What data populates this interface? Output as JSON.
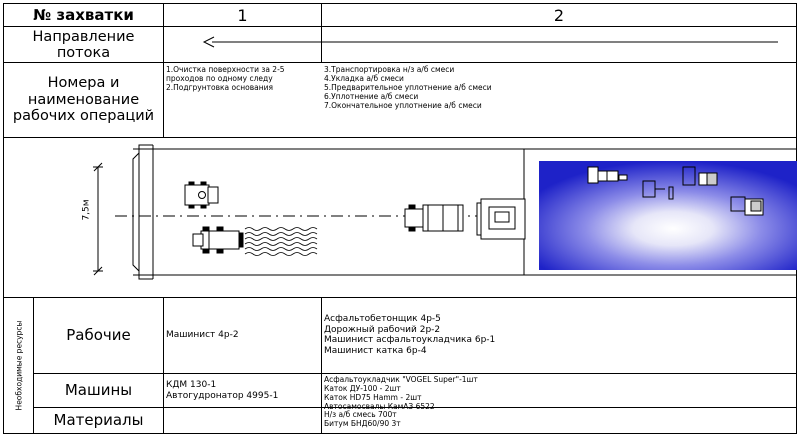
{
  "header": {
    "col_label": "№ захватки",
    "grip_1": "1",
    "grip_2": "2"
  },
  "rows": {
    "flow_direction_label": "Направление потока",
    "operations_label": "Номера и наименование рабочих операций",
    "resources_label": "Необходимые ресурсы"
  },
  "operations": {
    "grip_1": [
      "1.Очистка поверхности за 2-5",
      "проходов по одному следу",
      "2.Подгрунтовка основания"
    ],
    "grip_2": [
      "3.Транспортировка н/з а/б смеси",
      "4.Укладка а/б смеси",
      "5.Предварительное уплотнение а/б смеси",
      "6.Уплотнение а/б смеси",
      "7.Окончательное уплотнение а/б смеси"
    ]
  },
  "scheme": {
    "width_label": "7,5м"
  },
  "resources": {
    "workers": {
      "label": "Рабочие",
      "grip_1": [
        "Машинист 4р-2"
      ],
      "grip_2": [
        "Асфальтобетонщик 4р-5",
        "Дорожный рабочий 2р-2",
        "Машинист асфальтоукладчика 6р-1",
        "Машинист катка 6р-4"
      ]
    },
    "machines": {
      "label": "Машины",
      "grip_1": [
        "КДМ 130-1",
        "Автогудронатор 4995-1"
      ],
      "grip_2": [
        "Асфальтоукладчик \"VOGEL Super\"-1шт",
        "Каток ДУ-100 - 2шт",
        "Каток HD75 Hamm - 2шт",
        "Автосамосвалы КамАЗ 6522"
      ]
    },
    "materials": {
      "label": "Материалы",
      "grip_2": [
        "Н/з а/б смесь 700т",
        "Битум БНД60/90 3т"
      ]
    }
  }
}
